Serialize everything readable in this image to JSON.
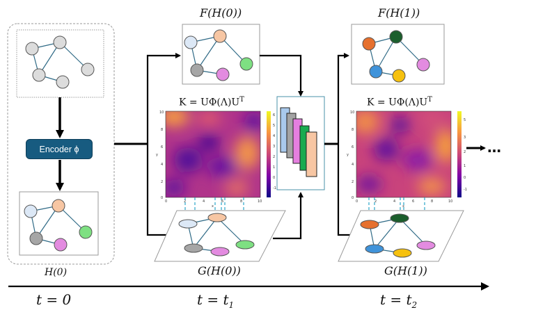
{
  "encoder": {
    "label": "Encoder ϕ"
  },
  "labels": {
    "h0": "H(0)",
    "f_h0": "F(H(0))",
    "f_h1": "F(H(1))",
    "g_h0": "G(H(0))",
    "g_h1": "G(H(1))",
    "kernel_1": "K = UΦ(Λ)U",
    "kernel_1_sup": "T",
    "kernel_2": "K = UΦ(Λ)U",
    "kernel_2_sup": "T",
    "ellipsis": "…"
  },
  "timeline": {
    "t0": "t = 0",
    "t1": "t = t",
    "t1_sub": "1",
    "t2": "t = t",
    "t2_sub": "2"
  },
  "heatmap_axis": {
    "y_ticks": [
      "10",
      "8",
      "6",
      "4",
      "2",
      "0"
    ],
    "x_ticks": [
      "0",
      "2",
      "4",
      "6",
      "8",
      "10"
    ],
    "axis_letter_x": "x",
    "axis_letter_y": "y"
  },
  "colorbar_1": {
    "ticks": [
      "6",
      "5",
      "4",
      "3",
      "2",
      "1",
      "0",
      "-1"
    ]
  },
  "colorbar_2": {
    "ticks": [
      "5",
      "3",
      "2",
      "1",
      "0",
      "-1"
    ]
  },
  "colors": {
    "light_blue": "#dce8f6",
    "light_gray": "#dcdcdc",
    "peach": "#f7c6a3",
    "gray": "#a6a6a6",
    "pink": "#e38be0",
    "green": "#7ee082",
    "orange": "#e6702e",
    "dark_green": "#1b5e2c",
    "blue": "#3f93da",
    "yellow": "#f6c10e",
    "edge": "#2f6a86",
    "dashed": "#2aa5c9",
    "encoder": "#175b80"
  }
}
